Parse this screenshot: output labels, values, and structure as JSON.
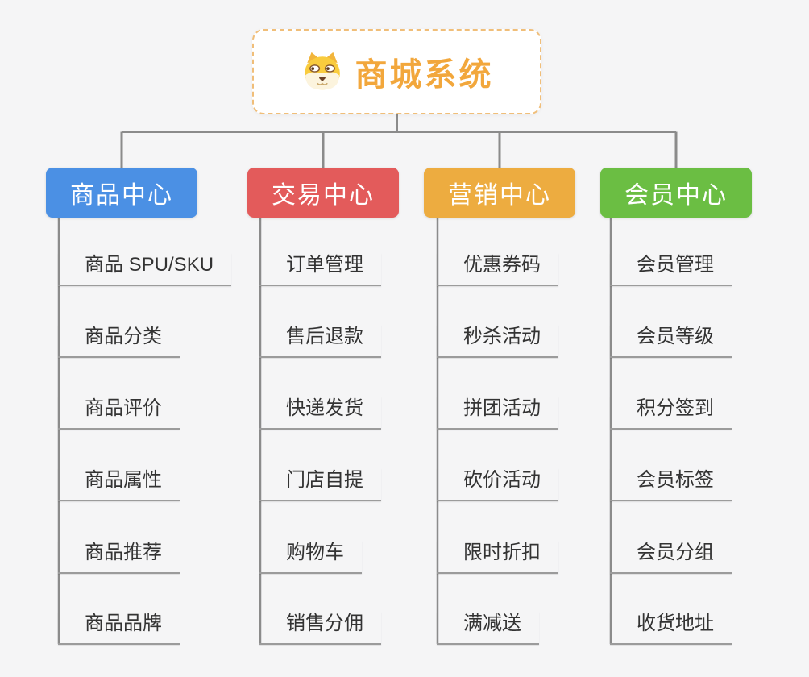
{
  "root": {
    "title": "商城系统",
    "title_color": "#F2A73C",
    "icon": "shiba-dog-icon"
  },
  "colors": {
    "background": "#F5F5F6",
    "connector": "#8B8B8B",
    "leaf_underline": "#9B9B9B",
    "leaf_text": "#333333"
  },
  "branches": [
    {
      "label": "商品中心",
      "color": "#4B90E4",
      "items": [
        "商品 SPU/SKU",
        "商品分类",
        "商品评价",
        "商品属性",
        "商品推荐",
        "商品品牌"
      ]
    },
    {
      "label": "交易中心",
      "color": "#E35B5B",
      "items": [
        "订单管理",
        "售后退款",
        "快递发货",
        "门店自提",
        "购物车",
        "销售分佣"
      ]
    },
    {
      "label": "营销中心",
      "color": "#EDAC40",
      "items": [
        "优惠券码",
        "秒杀活动",
        "拼团活动",
        "砍价活动",
        "限时折扣",
        "满减送"
      ]
    },
    {
      "label": "会员中心",
      "color": "#6BBE43",
      "items": [
        "会员管理",
        "会员等级",
        "积分签到",
        "会员标签",
        "会员分组",
        "收货地址"
      ]
    }
  ]
}
